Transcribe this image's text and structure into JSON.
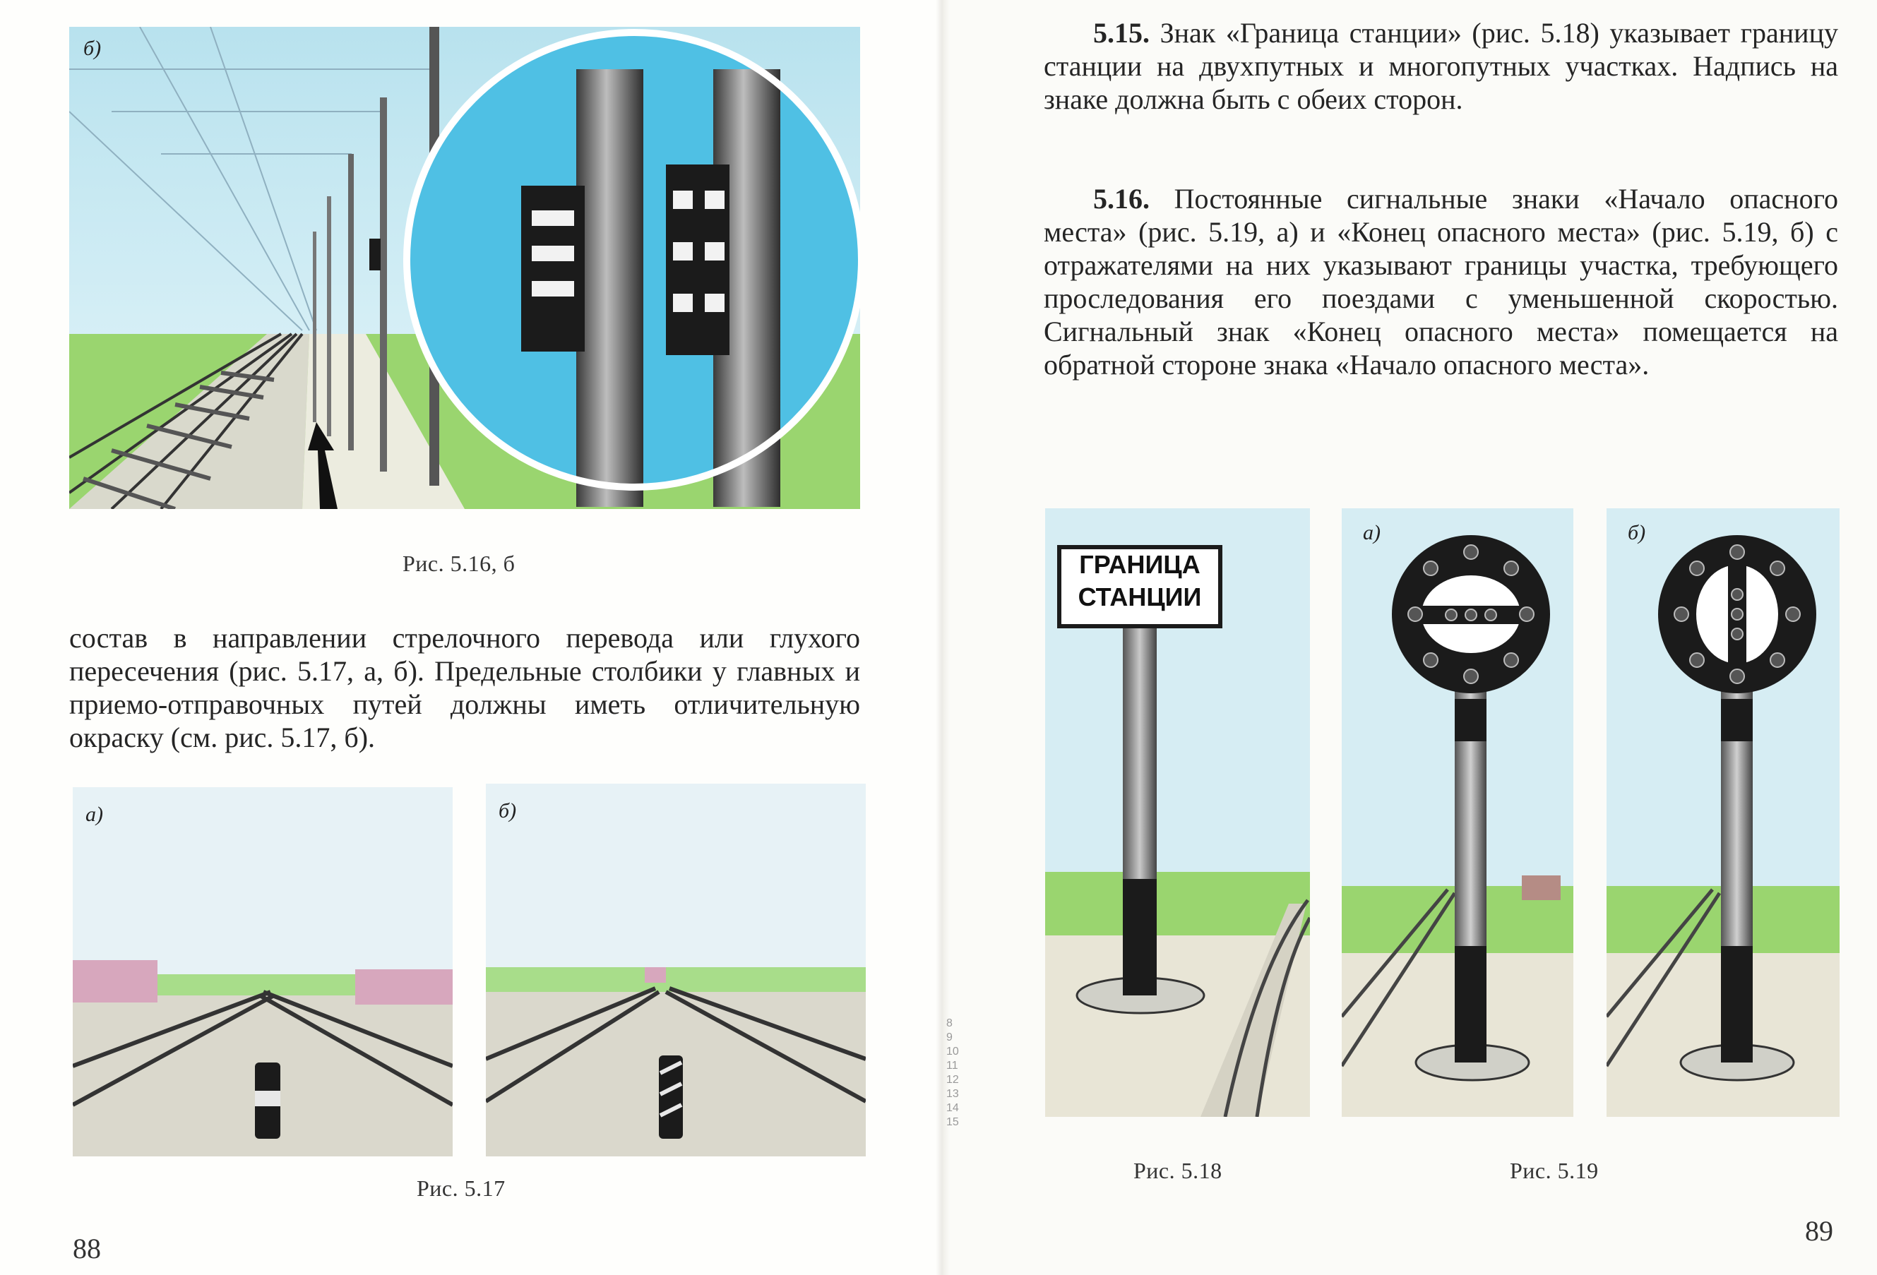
{
  "left_page": {
    "figure_516b": {
      "label": "б)",
      "caption": "Рис. 5.16, б"
    },
    "paragraph": "состав в направлении стрелочного перевода или глухого пересечения (рис. 5.17, а, б). Предельные столбики у главных и приемо-отправочных путей должны иметь отличительную окраску (см. рис. 5.17, б).",
    "figure_517": {
      "label_a": "а)",
      "label_b": "б)",
      "caption": "Рис. 5.17"
    },
    "page_number": "88"
  },
  "right_page": {
    "section_515": {
      "number": "5.15.",
      "text": "Знак «Граница станции» (рис. 5.18) указывает границу станции на двухпутных и многопутных участках. Надпись на знаке должна быть с обеих сторон."
    },
    "section_516": {
      "number": "5.16.",
      "text": "Постоянные сигнальные знаки «Начало опасного места» (рис. 5.19, а) и «Конец опасного места» (рис. 5.19, б) с отражателями на них указывают границы участка, требующего проследования его поездами с уменьшенной скоростью. Сигнальный знак «Конец опасного места» помещается на обратной стороне знака «Начало опасного места»."
    },
    "figure_518": {
      "sign_line1": "ГРАНИЦА",
      "sign_line2": "СТАНЦИИ",
      "caption": "Рис. 5.18"
    },
    "figure_519": {
      "label_a": "а)",
      "label_b": "б)",
      "caption": "Рис. 5.19"
    },
    "page_number": "89"
  },
  "edge_marks": [
    "8",
    "9",
    "10",
    "11",
    "12",
    "13",
    "14",
    "15"
  ],
  "colors": {
    "sky": "#bfe3ee",
    "grass": "#8fd46a",
    "circle_blue": "#4fc0e4",
    "rail": "#3a3a3a",
    "sign_black": "#1b1b1b"
  }
}
